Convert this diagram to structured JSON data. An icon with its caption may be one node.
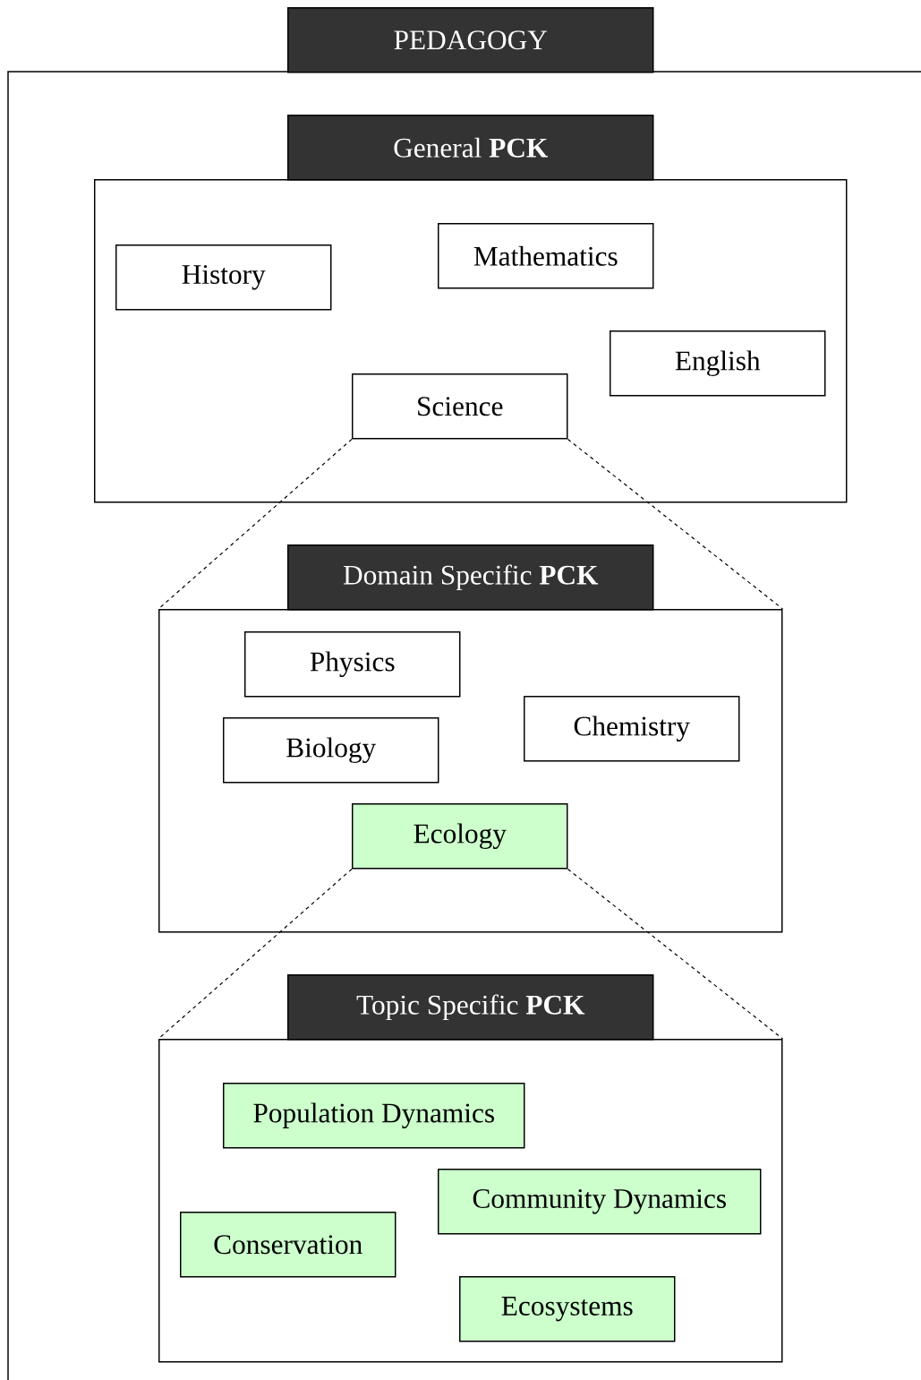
{
  "diagram": {
    "nodes": [
      {
        "text": [
          "PEDAGOGY"
        ]
      },
      {
        "text": [
          "General **PCK**"
        ],
        "in": 0
      },
      {
        "text": [
          "History"
        ],
        "in": 1
      },
      {
        "text": [
          "Mathematics"
        ],
        "in": 1
      },
      {
        "text": [
          "English"
        ],
        "in": 1
      },
      {
        "text": [
          "Science"
        ],
        "in": 1
      },
      {
        "text": [
          "Domain Specific **PCK**"
        ],
        "in": 0
      },
      {
        "text": [
          "Physics"
        ],
        "in": 6
      },
      {
        "text": [
          "Chemistry"
        ],
        "in": 6
      },
      {
        "text": [
          "Biology"
        ],
        "in": 6
      },
      {
        "text": [
          "Ecology"
        ],
        "in": 6
      },
      {
        "text": [
          "Topic Specific **PCK**"
        ],
        "in": 0
      },
      {
        "text": [
          "Population Dynamics"
        ],
        "in": 11
      },
      {
        "text": [
          "Community Dynamics"
        ],
        "in": 11
      },
      {
        "text": [
          "Conservation"
        ],
        "in": 11
      },
      {
        "text": [
          "Ecosystems"
        ],
        "in": 11
      }
    ],
    "edges": [
      {
        "from": 5,
        "to": 6,
        "arrow": "none",
        "style": "dashed"
      },
      {
        "from": 5,
        "to": 6,
        "arrow": "none",
        "style": "dashed"
      },
      {
        "from": 10,
        "to": 11,
        "arrow": "none",
        "style": "dashed"
      },
      {
        "from": 10,
        "to": 11,
        "arrow": "none",
        "style": "dashed"
      }
    ]
  }
}
